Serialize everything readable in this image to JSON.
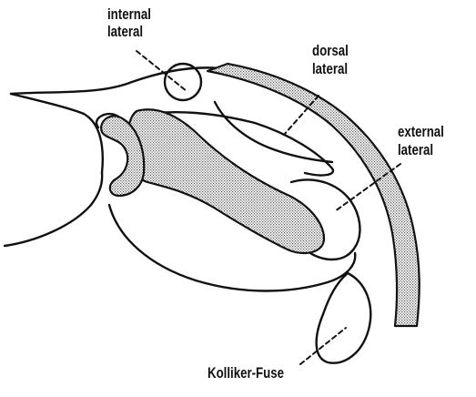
{
  "labels": {
    "internal_lateral_line1": "internal",
    "internal_lateral_line2": "lateral",
    "dorsal_lateral_line1": "dorsal",
    "dorsal_lateral_line2": "lateral",
    "external_lateral_line1": "external",
    "external_lateral_line2": "lateral",
    "kolliker_fuse": "Kolliker-Fuse"
  },
  "colors": {
    "ink": "#111111",
    "stipple": "#b8b8b8",
    "background": "#ffffff"
  }
}
